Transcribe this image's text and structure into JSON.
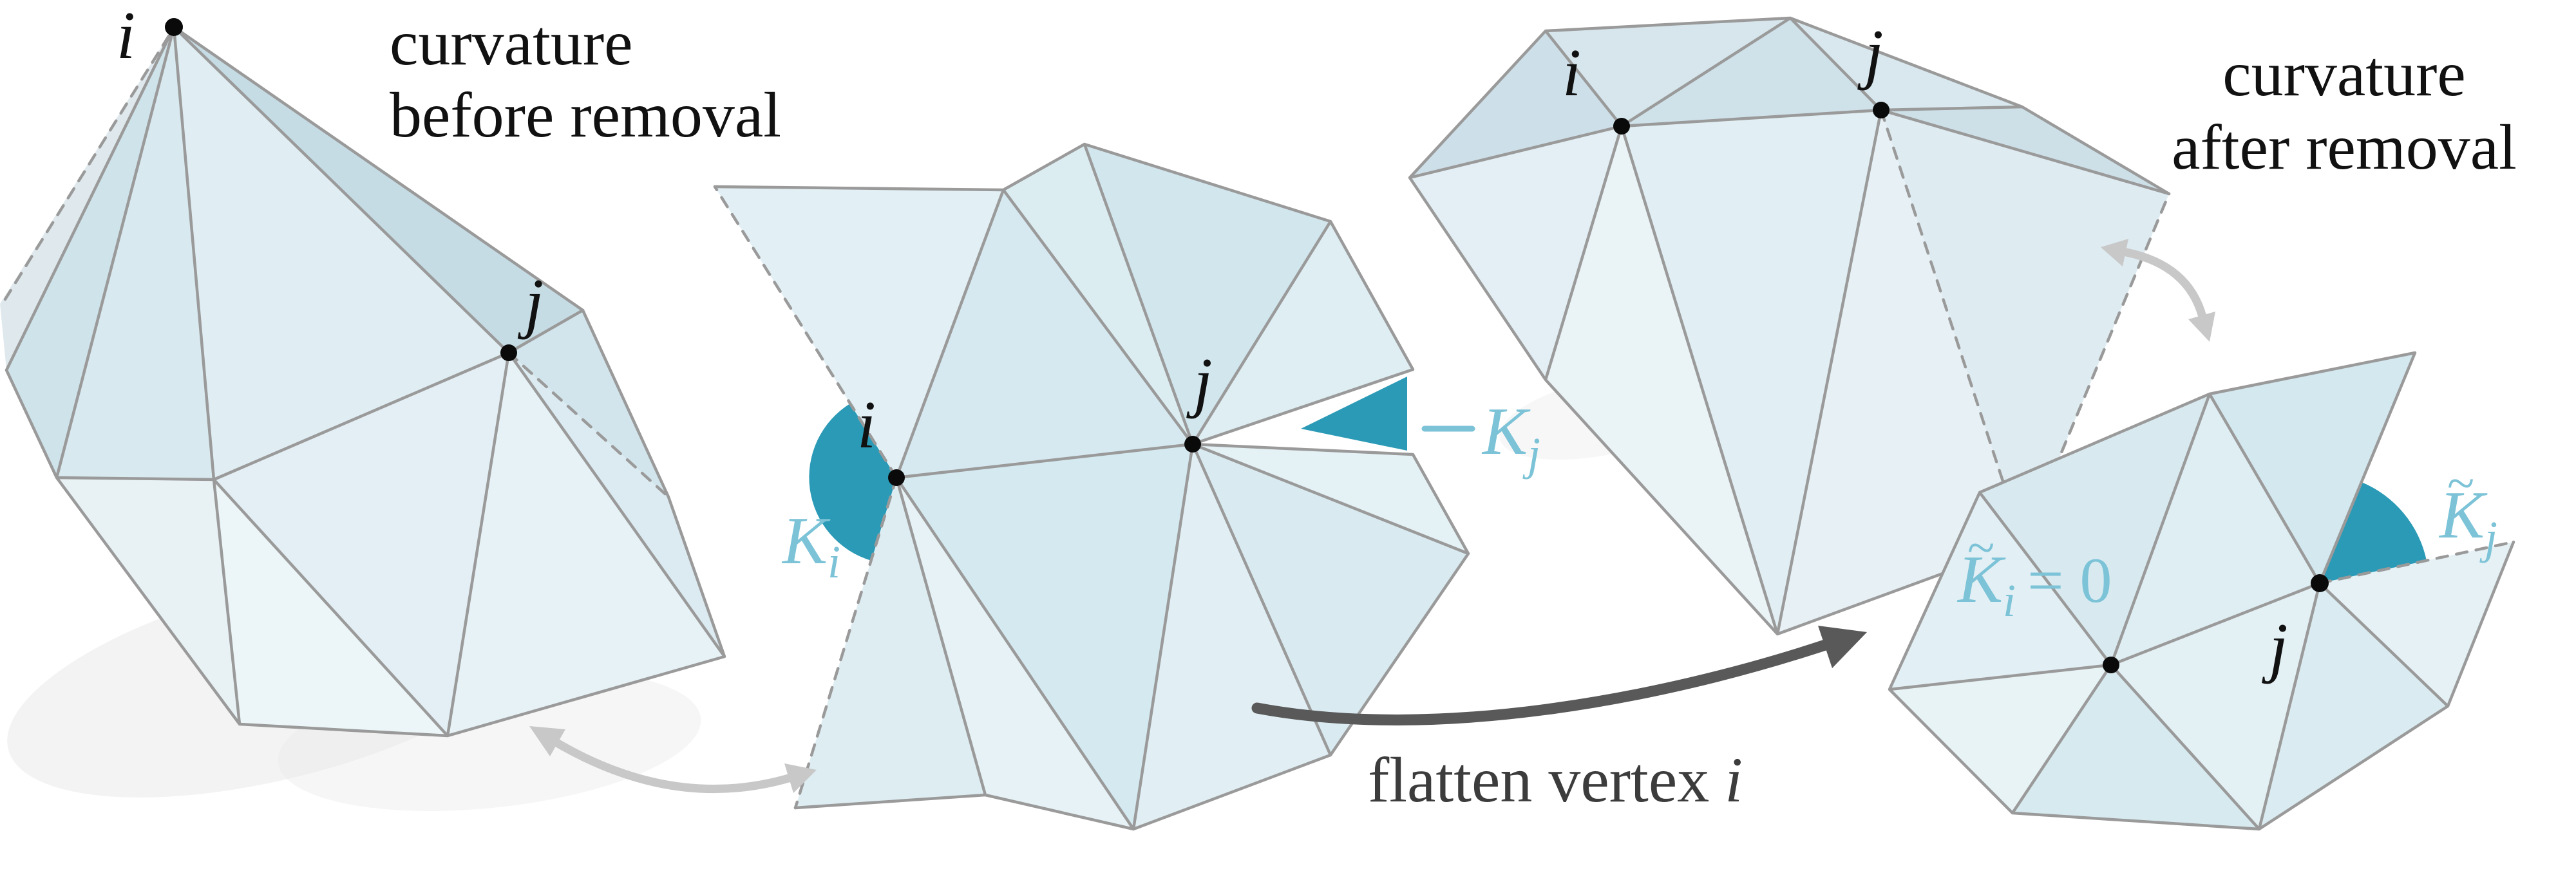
{
  "colors": {
    "accent": "#2b9ab6",
    "accent_light": "#7cc3d7",
    "mesh_fill": "#dcecf2",
    "edge": "#9a9a9a",
    "swap_arrow": "#c8c8c8",
    "flatten_arrow": "#595959",
    "text": "#111111",
    "dot": "#0a0a0a",
    "shadow": "#e9e9e9"
  },
  "captions": {
    "before": {
      "line1": "curvature",
      "line2": "before removal"
    },
    "after": {
      "line1": "curvature",
      "line2": "after removal"
    },
    "flatten": {
      "text": "flatten vertex",
      "emph": "i"
    }
  },
  "labels": {
    "vertex_i": "i",
    "vertex_j": "j",
    "tilde": "~",
    "Ki": {
      "base": "K",
      "sub": "i"
    },
    "Kj": {
      "base": "K",
      "sub": "j"
    },
    "Ki_after": {
      "base": "K",
      "sub": "i",
      "suffix": "= 0"
    },
    "Kj_after": {
      "base": "K",
      "sub": "j"
    }
  }
}
